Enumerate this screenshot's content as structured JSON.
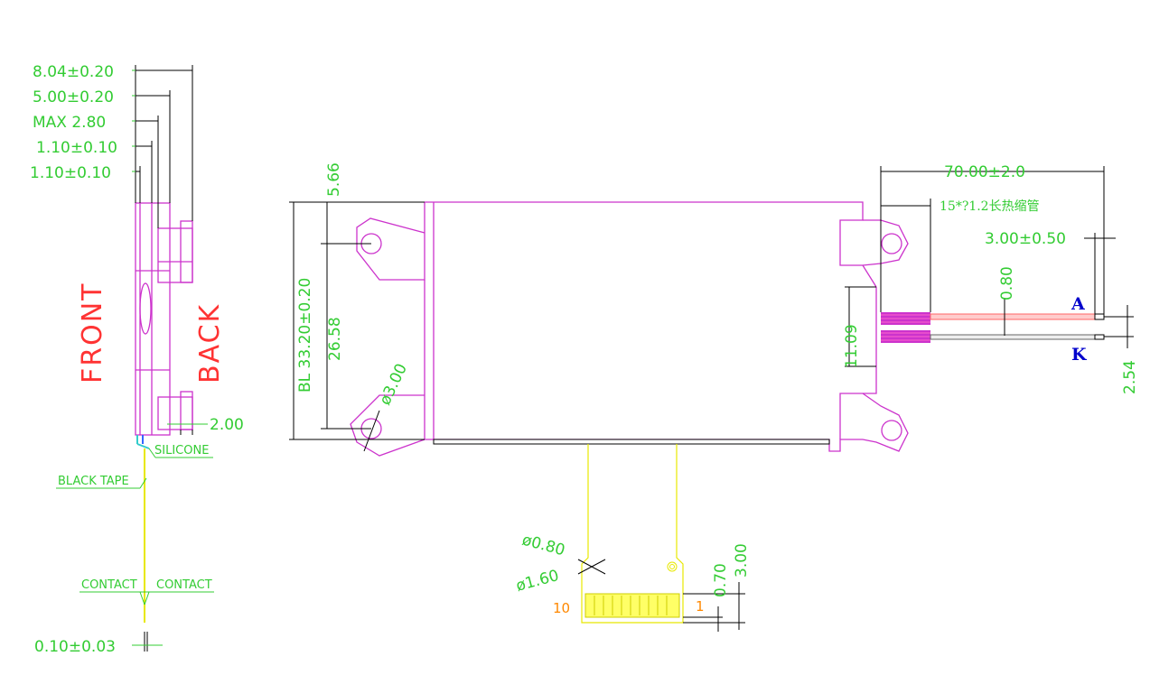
{
  "side_view": {
    "dims": [
      "8.04±0.20",
      "5.00±0.20",
      "MAX 2.80",
      "1.10±0.10",
      "1.10±0.10"
    ],
    "front_label": "FRONT",
    "back_label": "BACK",
    "dim_2": "2.00",
    "silicone": "SILICONE",
    "black_tape": "BLACK TAPE",
    "contact_left": "CONTACT",
    "contact_right": "CONTACT",
    "contact_thickness": "0.10±0.03"
  },
  "main_view": {
    "dim_5_66": "5.66",
    "dim_bl": "BL  33.20±0.20",
    "dim_26_58": "26.58",
    "dim_hole": "ø3.00",
    "dim_length": "70.00±2.0",
    "heat_shrink": "15*?1.2长热缩管",
    "dim_3_00_050": "3.00±0.50",
    "dim_0_80": "0.80",
    "dim_11_09": "11.09",
    "dim_2_54": "2.54",
    "wire_a": "A",
    "wire_k": "K"
  },
  "fpc": {
    "dim_d080": "ø0.80",
    "dim_d160": "ø1.60",
    "dim_070": "0.70",
    "dim_300": "3.00",
    "pin_10": "10",
    "pin_1": "1"
  },
  "colors": {
    "outline": "#cc33cc",
    "dimension": "#33cc33",
    "label_red": "#ff3333",
    "label_blue": "#0000cc",
    "fpc_fill": "#ffff66"
  }
}
